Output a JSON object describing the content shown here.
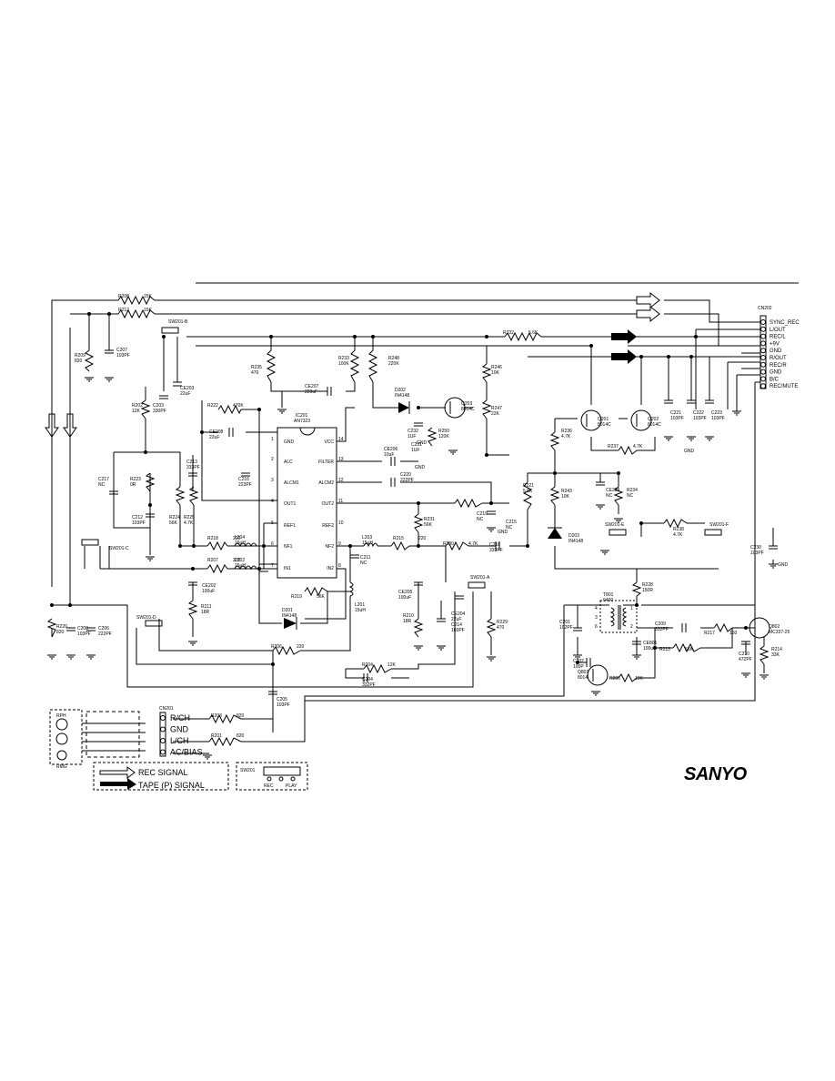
{
  "brand": "SANYO",
  "ic": {
    "ref": "IC201",
    "part": "AN7323",
    "left_pins": [
      {
        "n": "1",
        "name": "GND"
      },
      {
        "n": "2",
        "name": "ALC"
      },
      {
        "n": "3",
        "name": "ALCM1"
      },
      {
        "n": "4",
        "name": "OUT1"
      },
      {
        "n": "5",
        "name": "REF1"
      },
      {
        "n": "6",
        "name": "NF1"
      },
      {
        "n": "7",
        "name": "IN1"
      }
    ],
    "right_pins": [
      {
        "n": "14",
        "name": "VCC"
      },
      {
        "n": "13",
        "name": "FILTER"
      },
      {
        "n": "12",
        "name": "ALCM2"
      },
      {
        "n": "11",
        "name": "OUT2"
      },
      {
        "n": "10",
        "name": "REF2"
      },
      {
        "n": "9",
        "name": "NF2"
      },
      {
        "n": "8",
        "name": "IN2"
      }
    ]
  },
  "cn202": {
    "ref": "CN202",
    "pins": [
      "SYNC_REC",
      "L/OUT",
      "REC/L",
      "+9V",
      "GND",
      "R/OUT",
      "REC/R",
      "GND",
      "B/C",
      "REC/MUTE"
    ]
  },
  "cn201": {
    "ref": "CN201",
    "pins": [
      "R/CH",
      "GND",
      "L/CH",
      "AC/BIAS"
    ]
  },
  "legend": {
    "rec": "REC SIGNAL",
    "tape": "TAPE (P) SIGNAL"
  },
  "switch_legend": {
    "ref": "SW201",
    "rec": "REC",
    "play": "PLAY"
  },
  "heads": [
    "RPH",
    "RMG"
  ],
  "switches": [
    "SW201-B",
    "SW201-C",
    "SW201-D",
    "SW201-A",
    "SW201-E",
    "SW201-F"
  ],
  "resistors": [
    {
      "ref": "R208",
      "val": "15K"
    },
    {
      "ref": "R212",
      "val": "15K"
    },
    {
      "ref": "R232",
      "val": "5.6K"
    },
    {
      "ref": "R209",
      "val": "820"
    },
    {
      "ref": "R202",
      "val": "12K"
    },
    {
      "ref": "R235",
      "val": "470"
    },
    {
      "ref": "R222",
      "val": "470K"
    },
    {
      "ref": "R233",
      "val": "100K"
    },
    {
      "ref": "R248",
      "val": "220K"
    },
    {
      "ref": "R246",
      "val": "10K"
    },
    {
      "ref": "R247",
      "val": "22K"
    },
    {
      "ref": "R250",
      "val": "120K"
    },
    {
      "ref": "R236",
      "val": "4.7K"
    },
    {
      "ref": "R237",
      "val": "4.7K"
    },
    {
      "ref": "R223",
      "val": "0R"
    },
    {
      "ref": "R224",
      "val": "56K"
    },
    {
      "ref": "R225",
      "val": "4.7K"
    },
    {
      "ref": "R218",
      "val": "220"
    },
    {
      "ref": "R207",
      "val": "220"
    },
    {
      "ref": "R211",
      "val": "18R"
    },
    {
      "ref": "R219",
      "val": "56K"
    },
    {
      "ref": "R231",
      "val": "56K"
    },
    {
      "ref": "R215",
      "val": "220"
    },
    {
      "ref": "R230",
      "val": "4.7K"
    },
    {
      "ref": "R221",
      "val": "5.6K"
    },
    {
      "ref": "R243",
      "val": "10K"
    },
    {
      "ref": "R234",
      "val": "NC"
    },
    {
      "ref": "R238",
      "val": "4.7K"
    },
    {
      "ref": "R210",
      "val": "18R"
    },
    {
      "ref": "R229",
      "val": "470"
    },
    {
      "ref": "R228",
      "val": "150R"
    },
    {
      "ref": "R206",
      "val": "220"
    },
    {
      "ref": "R204",
      "val": "12K"
    },
    {
      "ref": "R203",
      "val": "820"
    },
    {
      "ref": "R201",
      "val": "820"
    },
    {
      "ref": "R213",
      "val": "56K"
    },
    {
      "ref": "R217",
      "val": "150"
    },
    {
      "ref": "R214",
      "val": "33K"
    },
    {
      "ref": "R205",
      "val": "10K"
    },
    {
      "ref": "R220",
      "val": "820"
    }
  ],
  "capacitors": [
    {
      "ref": "C207",
      "val": "103PF"
    },
    {
      "ref": "C203",
      "val": "330PF"
    },
    {
      "ref": "CE203",
      "val": "22uF"
    },
    {
      "ref": "CE208",
      "val": "22uF"
    },
    {
      "ref": "CE207",
      "val": "220uF"
    },
    {
      "ref": "C216",
      "val": "223PF"
    },
    {
      "ref": "C232",
      "val": "1UF"
    },
    {
      "ref": "C231",
      "val": "1UF"
    },
    {
      "ref": "CE206",
      "val": "10uF"
    },
    {
      "ref": "C220",
      "val": "222PF"
    },
    {
      "ref": "C217",
      "val": "NC"
    },
    {
      "ref": "C212",
      "val": "103PF"
    },
    {
      "ref": "C213",
      "val": "333PF"
    },
    {
      "ref": "C219",
      "val": "NC"
    },
    {
      "ref": "C215",
      "val": "NC"
    },
    {
      "ref": "C218",
      "val": "333PF"
    },
    {
      "ref": "C211",
      "val": "NC"
    },
    {
      "ref": "CE202",
      "val": "100uF"
    },
    {
      "ref": "CE205",
      "val": "100uF"
    },
    {
      "ref": "CE204",
      "val": "22uF"
    },
    {
      "ref": "C214",
      "val": "103PF"
    },
    {
      "ref": "C208",
      "val": "103PF"
    },
    {
      "ref": "C206",
      "val": "222PF"
    },
    {
      "ref": "C204",
      "val": "332PF"
    },
    {
      "ref": "C205",
      "val": "103PF"
    },
    {
      "ref": "C221",
      "val": "103PF"
    },
    {
      "ref": "C222",
      "val": "103PF"
    },
    {
      "ref": "C223",
      "val": "103PF"
    },
    {
      "ref": "CE209",
      "val": "NC"
    },
    {
      "ref": "C230",
      "val": "103PF"
    },
    {
      "ref": "C201",
      "val": "102PF"
    },
    {
      "ref": "CE801",
      "val": "100uF"
    },
    {
      "ref": "C209",
      "val": "332PF"
    },
    {
      "ref": "C210",
      "val": "472PF"
    },
    {
      "ref": "C202",
      "val": "100P"
    }
  ],
  "transistors": [
    {
      "ref": "Q203",
      "part": "8014C"
    },
    {
      "ref": "Q201",
      "part": "8014C"
    },
    {
      "ref": "Q202",
      "part": "8014C"
    },
    {
      "ref": "Q802",
      "part": "MC337-25"
    },
    {
      "ref": "Q801",
      "part": "8014"
    }
  ],
  "diodes": [
    {
      "ref": "D202",
      "part": "IN4148"
    },
    {
      "ref": "D201",
      "part": "IN4148"
    },
    {
      "ref": "D203",
      "part": "IN4148"
    }
  ],
  "inductors": [
    {
      "ref": "L204",
      "val": "15uH"
    },
    {
      "ref": "L202",
      "val": "15uH"
    },
    {
      "ref": "L203",
      "val": "15uH"
    },
    {
      "ref": "L201",
      "val": "15uH"
    }
  ],
  "transformer": {
    "ref": "T801",
    "part": "0400",
    "pins": [
      "4",
      "3",
      "6",
      "1",
      "2"
    ]
  },
  "misc_labels": [
    "GND",
    "GND",
    "GND",
    "GND",
    "GND"
  ]
}
